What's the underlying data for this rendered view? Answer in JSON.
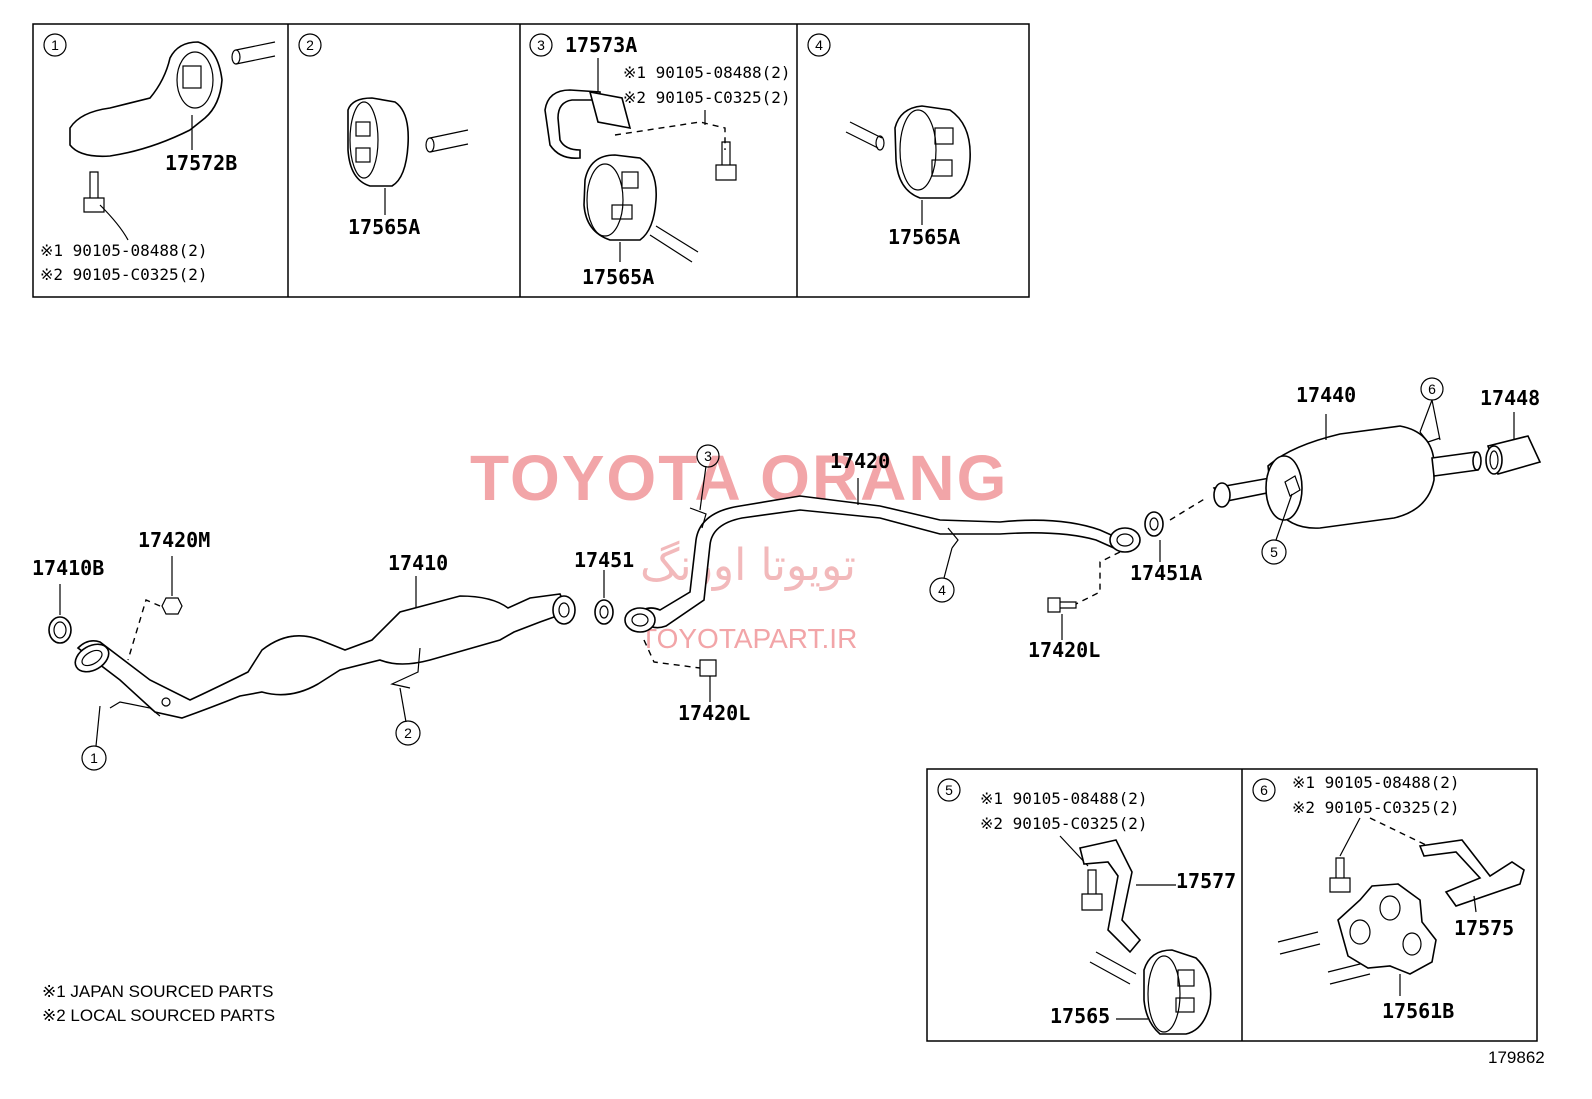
{
  "top_panels": [
    {
      "index": "1",
      "parts": [
        "17572B"
      ],
      "notes": [
        "※1 90105-08488(2)",
        "※2 90105-C0325(2)"
      ]
    },
    {
      "index": "2",
      "parts": [
        "17565A"
      ]
    },
    {
      "index": "3",
      "parts": [
        "17573A",
        "17565A"
      ],
      "notes": [
        "※1 90105-08488(2)",
        "※2 90105-C0325(2)"
      ]
    },
    {
      "index": "4",
      "parts": [
        "17565A"
      ]
    }
  ],
  "main_labels": {
    "p17410B": "17410B",
    "p17420M": "17420M",
    "p17410": "17410",
    "p17451": "17451",
    "p17420L_a": "17420L",
    "p17420": "17420",
    "p17420L_b": "17420L",
    "p17451A": "17451A",
    "p17440": "17440",
    "p17448": "17448"
  },
  "callouts": [
    "1",
    "2",
    "3",
    "4",
    "5",
    "6"
  ],
  "bottom_panels": [
    {
      "index": "5",
      "notes": [
        "※1 90105-08488(2)",
        "※2 90105-C0325(2)"
      ],
      "parts": [
        "17577",
        "17565"
      ]
    },
    {
      "index": "6",
      "notes": [
        "※1 90105-08488(2)",
        "※2 90105-C0325(2)"
      ],
      "parts": [
        "17575",
        "17561B"
      ]
    }
  ],
  "footnotes": [
    "※1 JAPAN SOURCED PARTS",
    "※2 LOCAL SOURCED PARTS"
  ],
  "diagram_code": "179862",
  "watermark": {
    "title": "TOYOTA ORANG",
    "persian": "تویوتا اورنگ",
    "url": "TOYOTAPART.IR"
  }
}
